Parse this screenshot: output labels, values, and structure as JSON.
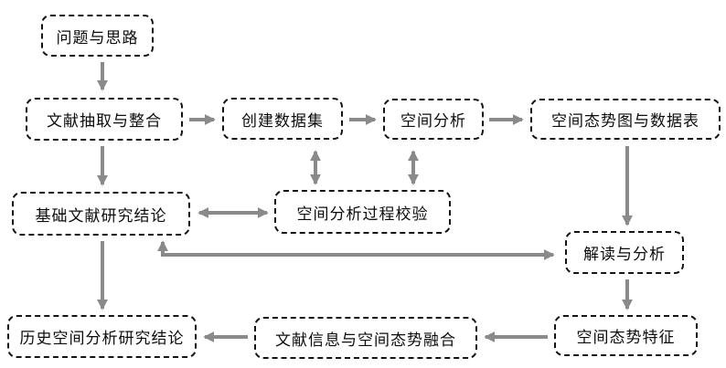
{
  "diagram": {
    "title": "research workflow flowchart",
    "colors": {
      "arrow": "#8a8a8a",
      "box_border": "#141414",
      "box_text": "#0d0d0d",
      "background": "#ffffff"
    },
    "nodes": [
      {
        "id": "problem",
        "label": "问题与思路"
      },
      {
        "id": "extract",
        "label": "文献抽取与整合"
      },
      {
        "id": "dataset",
        "label": "创建数据集"
      },
      {
        "id": "spatial",
        "label": "空间分析"
      },
      {
        "id": "situmap",
        "label": "空间态势图与数据表"
      },
      {
        "id": "basiclit",
        "label": "基础文献研究结论"
      },
      {
        "id": "verify",
        "label": "空间分析过程校验"
      },
      {
        "id": "interpret",
        "label": "解读与分析"
      },
      {
        "id": "historical",
        "label": "历史空间分析研究结论"
      },
      {
        "id": "fusion",
        "label": "文献信息与空间态势融合"
      },
      {
        "id": "feature",
        "label": "空间态势特征"
      }
    ],
    "edges": [
      {
        "from": "problem",
        "to": "extract",
        "type": "one-way"
      },
      {
        "from": "extract",
        "to": "dataset",
        "type": "one-way"
      },
      {
        "from": "dataset",
        "to": "spatial",
        "type": "one-way"
      },
      {
        "from": "spatial",
        "to": "situmap",
        "type": "one-way"
      },
      {
        "from": "extract",
        "to": "basiclit",
        "type": "one-way"
      },
      {
        "from": "dataset",
        "to": "verify",
        "type": "two-way"
      },
      {
        "from": "spatial",
        "to": "verify",
        "type": "two-way"
      },
      {
        "from": "basiclit",
        "to": "verify",
        "type": "two-way"
      },
      {
        "from": "situmap",
        "to": "interpret",
        "type": "one-way"
      },
      {
        "from": "basiclit",
        "to": "interpret",
        "type": "two-way-elbow"
      },
      {
        "from": "basiclit",
        "to": "historical",
        "type": "one-way"
      },
      {
        "from": "interpret",
        "to": "feature",
        "type": "one-way"
      },
      {
        "from": "feature",
        "to": "fusion",
        "type": "one-way"
      },
      {
        "from": "fusion",
        "to": "historical",
        "type": "one-way"
      }
    ]
  }
}
